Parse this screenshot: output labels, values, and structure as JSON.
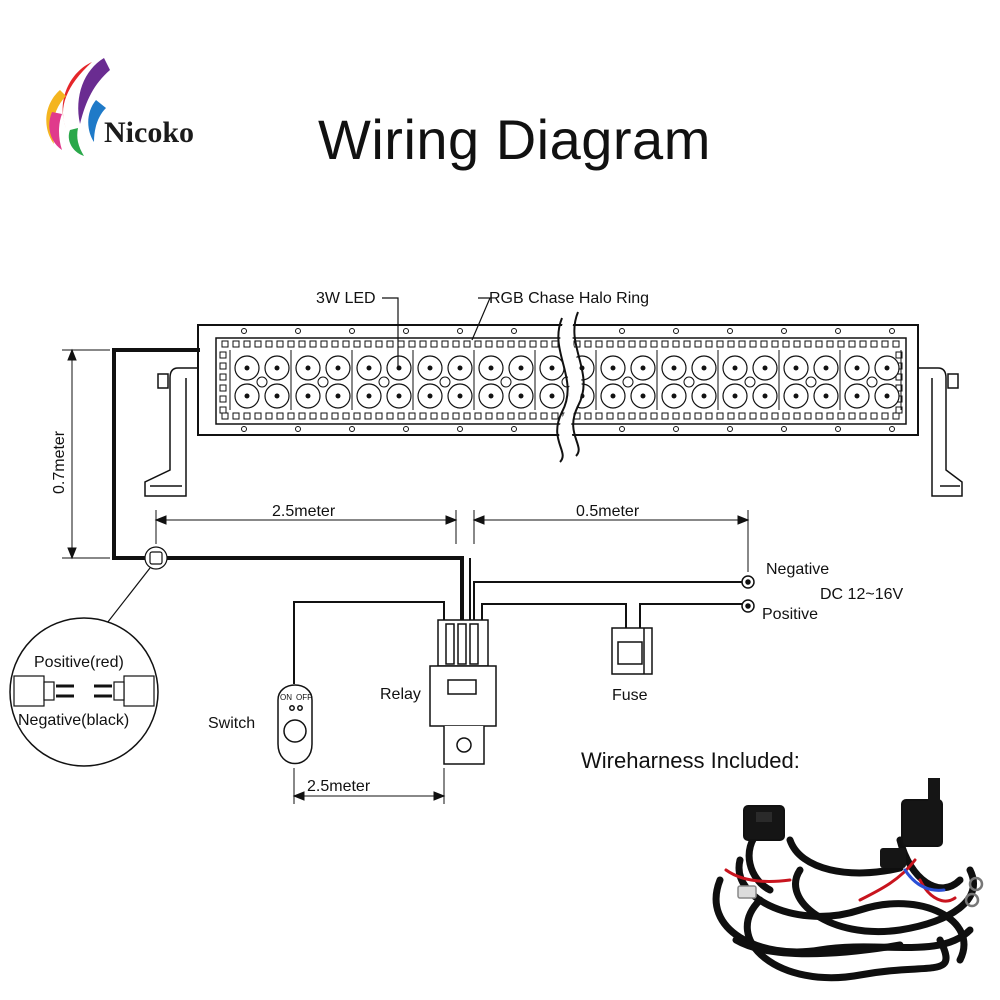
{
  "title": "Wiring Diagram",
  "brand": {
    "name": "Nicoko"
  },
  "labels": {
    "led": "3W LED",
    "halo": "RGB Chase Halo Ring",
    "length_vertical": "0.7meter",
    "length_left": "2.5meter",
    "length_right": "0.5meter",
    "length_switch": "2.5meter",
    "negative": "Negative",
    "positive": "Positive",
    "dc": "DC 12~16V",
    "relay": "Relay",
    "fuse": "Fuse",
    "switch": "Switch",
    "switch_on": "ON",
    "switch_off": "OFF",
    "connector_positive": "Positive(red)",
    "connector_negative": "Negative(black)",
    "harness_title": "Wireharness Included:"
  },
  "colors": {
    "line": "#111111",
    "wire_red": "#c8141e",
    "wire_blue": "#2a4fd6",
    "logo_red": "#e5262a",
    "logo_purple": "#6a2c91",
    "logo_blue": "#1f7ac8",
    "logo_yellow": "#f4b51f",
    "logo_green": "#2aa84a"
  }
}
